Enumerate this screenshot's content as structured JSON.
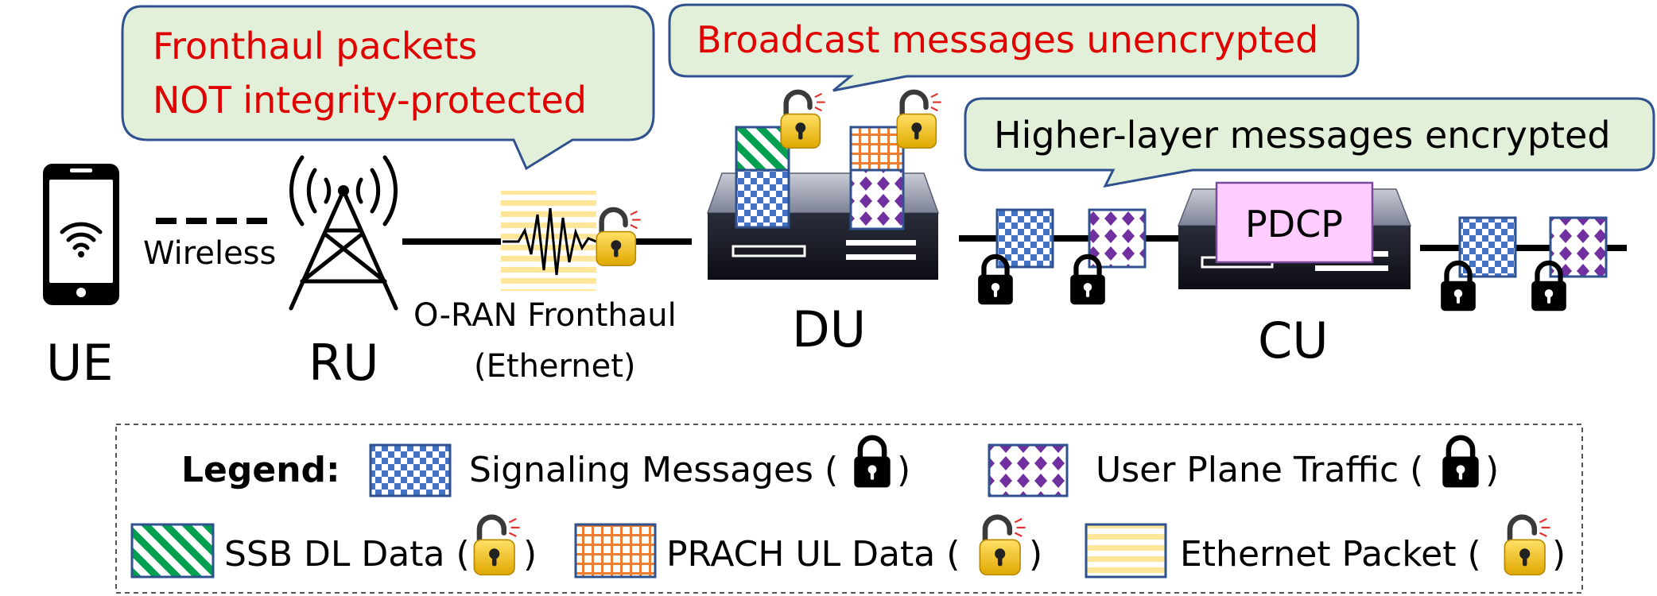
{
  "callouts": {
    "fronthaul": {
      "line1": "Fronthaul packets",
      "line2": "NOT integrity-protected"
    },
    "broadcast": "Broadcast messages unencrypted",
    "higher_layer": "Higher-layer messages encrypted"
  },
  "nodes": {
    "ue": "UE",
    "ru": "RU",
    "du": "DU",
    "cu": "CU",
    "pdcp": "PDCP"
  },
  "links": {
    "wireless": "Wireless",
    "fronthaul_line1": "O-RAN Fronthaul",
    "fronthaul_line2": "(Ethernet)"
  },
  "legend": {
    "title": "Legend:",
    "signaling": "Signaling Messages (",
    "user_plane": "User Plane Traffic (",
    "ssb": "SSB DL Data (",
    "prach": "PRACH UL Data (",
    "ethernet": "Ethernet Packet (",
    "close": ")"
  },
  "colors": {
    "callout_fill": "#e2f0d9",
    "callout_stroke": "#2f528f",
    "warning_text": "#e00000",
    "checker_blue": "#4472c4",
    "diamond_purple": "#7030a0",
    "stripe_green": "#00a050",
    "grid_orange": "#ed7d31",
    "ethernet_yellow": "#ffe699",
    "lock_gold": "#f2c230",
    "pdcp_fill": "#ffccff"
  },
  "icons": [
    "smartphone-icon",
    "antenna-tower-icon",
    "server-box-icon",
    "open-padlock-icon",
    "closed-padlock-icon",
    "waveform-icon"
  ]
}
